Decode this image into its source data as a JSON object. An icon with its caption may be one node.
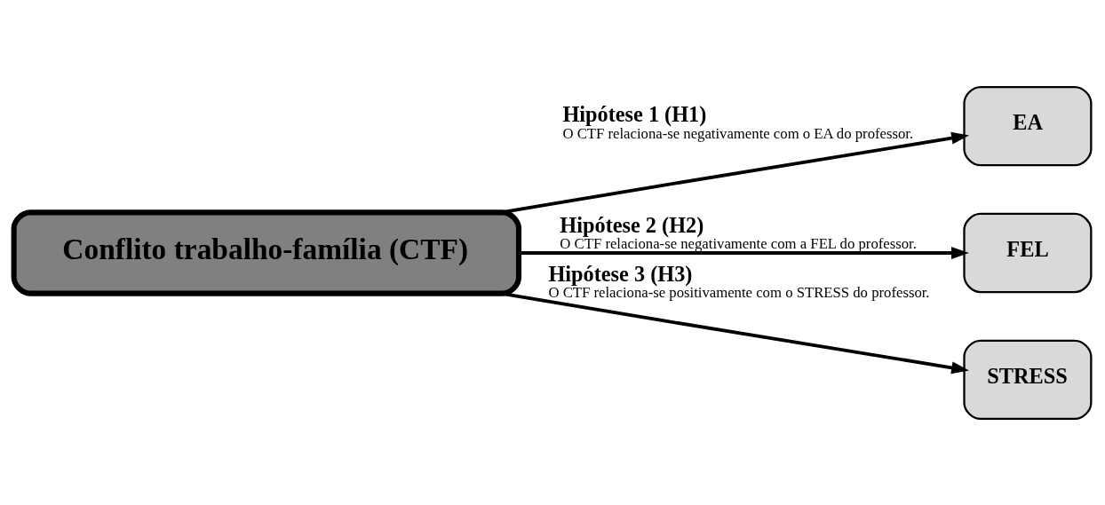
{
  "diagram": {
    "nodes": [
      {
        "text": [
          "Conflito trabalho-família (CTF)"
        ]
      },
      {
        "text": [
          "EA"
        ]
      },
      {
        "text": [
          "FEL"
        ]
      },
      {
        "text": [
          "STRESS"
        ]
      }
    ],
    "edges": [
      {
        "from": 0,
        "to": 1,
        "arrow": "to",
        "label": "**Hipótese 1 (H1)** O CTF relaciona-se negativamente com o EA do professor."
      },
      {
        "from": 0,
        "to": 2,
        "arrow": "to",
        "label": "**Hipótese 2 (H2)** O CTF relaciona-se negativamente com a FEL do professor."
      },
      {
        "from": 0,
        "to": 3,
        "arrow": "to",
        "label": "**Hipótese 3 (H3)** O CTF relaciona-se positivamente com o STRESS do professor."
      }
    ]
  }
}
